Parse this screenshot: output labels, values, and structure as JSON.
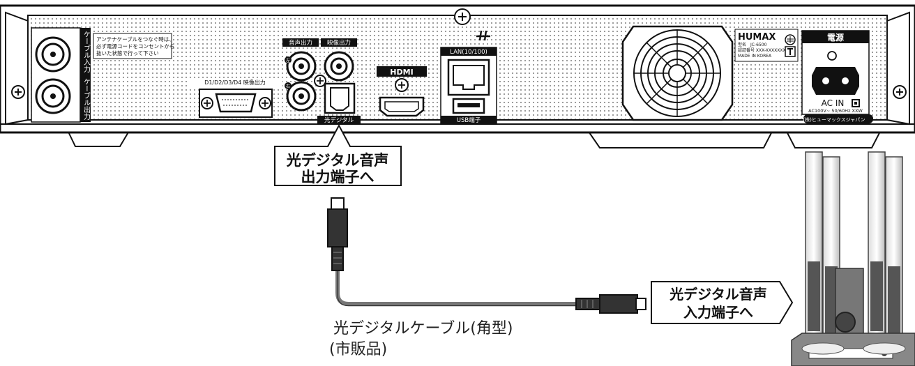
{
  "device": {
    "cable_in_label": "ケーブル入力",
    "cable_out_label": "ケーブル出力",
    "antenna_note": [
      "アンテナケーブルをつなぐ時は、",
      "必ず電源コードをコンセントから",
      "抜いた状態で行って下さい"
    ],
    "d_terminal_label": "D1/D2/D3/D4 映像出力",
    "audio_out_label": "音声出力",
    "video_out_label": "映像出力",
    "left_mark": "左",
    "right_mark": "右",
    "optical_label": "光デジタル",
    "hdmi_label": "HDMI",
    "lan_label": "LAN(10/100)",
    "usb_label": "USB端子",
    "brand": "HUMAX",
    "model_line": "型名　JC-6500",
    "cert_line": "認証番号 XXX-XXXXXXX",
    "made_line": "MADE IN KOREA",
    "power_label": "電源",
    "ac_in_label": "AC IN",
    "ac_spec": "AC100V~ 50/60Hz XXW",
    "company_label": "(株)ヒューマックスジャパン"
  },
  "callouts": {
    "top_line1": "光デジタル音声",
    "top_line2": "出力端子へ",
    "right_line1": "光デジタル音声",
    "right_line2": "入力端子へ"
  },
  "cable_label": {
    "line1": "光デジタルケーブル(角型)",
    "line2": "(市販品)"
  }
}
